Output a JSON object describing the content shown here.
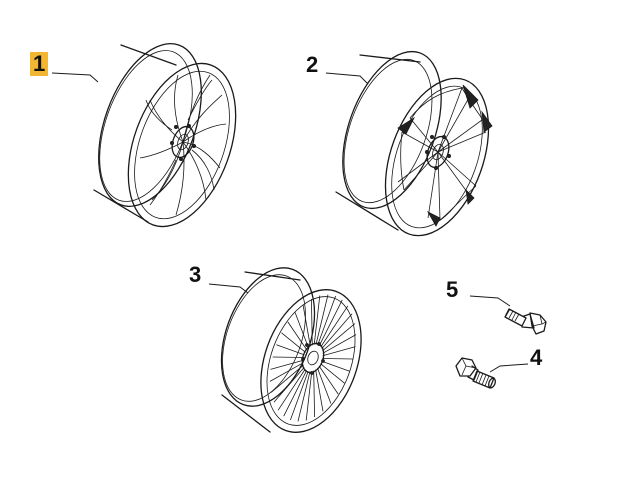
{
  "diagram": {
    "highlight_color": "#f2b632",
    "line_color": "#1a1a1a",
    "background": "#ffffff",
    "parts": [
      {
        "label": "1",
        "highlighted": true,
        "item": "alloy-wheel-swirl-spoke"
      },
      {
        "label": "2",
        "highlighted": false,
        "item": "alloy-wheel-bicolor"
      },
      {
        "label": "3",
        "highlighted": false,
        "item": "alloy-wheel-multi-spoke"
      },
      {
        "label": "5",
        "highlighted": false,
        "item": "wheel-bolt-short"
      },
      {
        "label": "4",
        "highlighted": false,
        "item": "wheel-bolt-long"
      }
    ]
  }
}
